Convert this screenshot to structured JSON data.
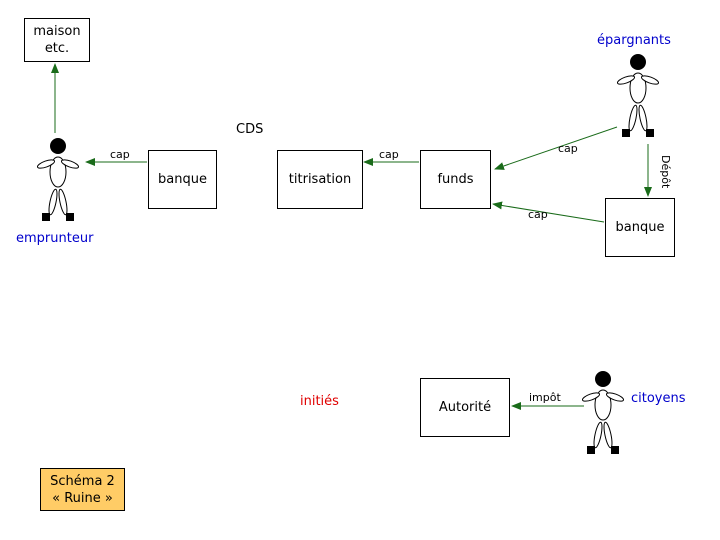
{
  "colors": {
    "arrow": "#1a6b1a",
    "person_label": "#0000cc",
    "insider_label": "#e00000",
    "legend_fill": "#ffcc66"
  },
  "boxes": {
    "maison": [
      "maison",
      "etc."
    ],
    "banque_left": "banque",
    "titrisation": "titrisation",
    "funds": "funds",
    "banque_right": "banque",
    "autorite": "Autorité"
  },
  "persons": {
    "emprunteur": "emprunteur",
    "epargnants": "épargnants",
    "citoyens": "citoyens"
  },
  "labels": {
    "cds": "CDS",
    "initiés": "initiés"
  },
  "flows": {
    "cap_banque_emprunteur": "cap",
    "cap_funds_titrisation": "cap",
    "cap_epargnants_funds": "cap",
    "cap_banque_funds": "cap",
    "depot": "Dépôt",
    "impot": "impôt"
  },
  "legend": {
    "line1": "Schéma 2",
    "line2": "« Ruine »"
  }
}
